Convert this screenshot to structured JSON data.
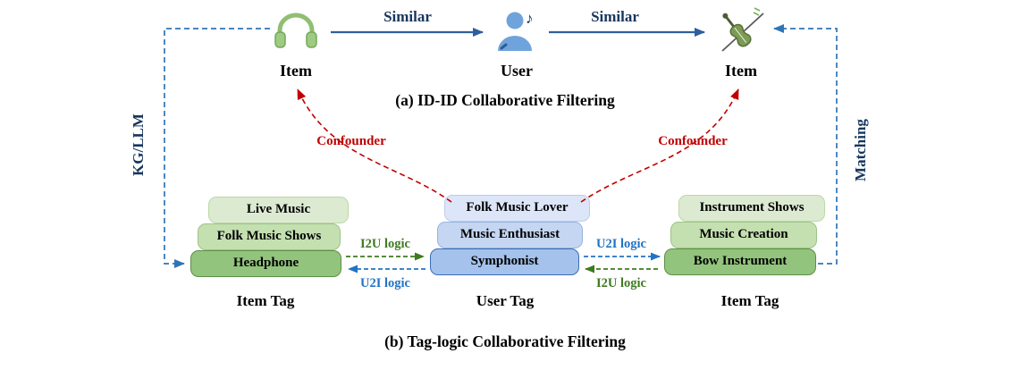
{
  "panel_a": {
    "item_left": "Item",
    "user": "User",
    "item_right": "Item",
    "similar_left": "Similar",
    "similar_right": "Similar",
    "caption": "(a) ID-ID Collaborative Filtering"
  },
  "panel_b": {
    "caption": "(b) Tag-logic Collaborative Filtering",
    "confounder_left": "Confounder",
    "confounder_right": "Confounder",
    "left_stack": {
      "boxes": [
        "Live Music",
        "Folk Music Shows",
        "Headphone"
      ],
      "label": "Item Tag"
    },
    "center_stack": {
      "boxes": [
        "Folk Music Lover",
        "Music Enthusiast",
        "Symphonist"
      ],
      "label": "User Tag"
    },
    "right_stack": {
      "boxes": [
        "Instrument Shows",
        "Music Creation",
        "Bow Instrument"
      ],
      "label": "Item Tag"
    },
    "logic": {
      "left_top": "I2U logic",
      "left_bottom": "U2I logic",
      "right_top": "U2I logic",
      "right_bottom": "I2U logic"
    }
  },
  "sides": {
    "left": "KG/LLM",
    "right": "Matching"
  },
  "icons": {
    "left": "headphones",
    "center": "user-with-music-note",
    "right": "violin",
    "note_glyph": "♪"
  },
  "colors": {
    "navy_text": "#17365d",
    "solid_arrow_blue": "#2e5f9e",
    "dashed_blue": "#2e75b6",
    "confounder_red": "#c00000",
    "logic_green": "#3f7a21",
    "logic_blue": "#2273c3",
    "green_tag_front": "#93c47d",
    "blue_tag_front": "#a4c2ec"
  }
}
